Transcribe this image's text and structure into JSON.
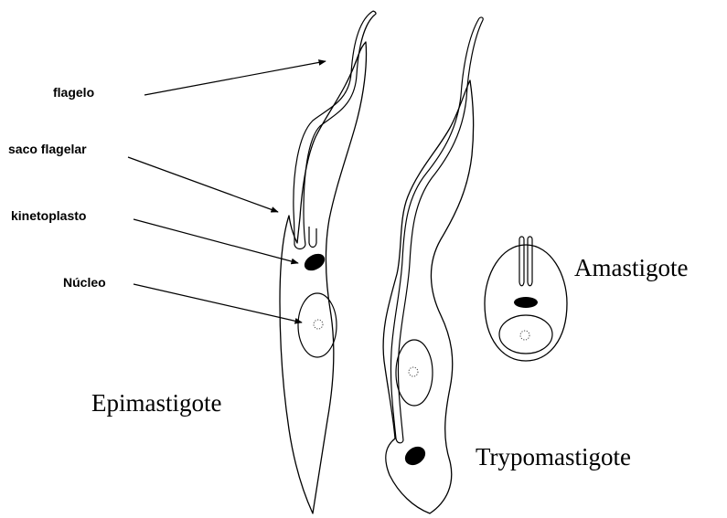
{
  "labels": {
    "flagellum": "flagelo",
    "flagellar_pocket": "saco flagelar",
    "kinetoplast": "kinetoplasto",
    "nucleus": "Núcleo"
  },
  "forms": {
    "epimastigote": "Epimastigote",
    "trypomastigote": "Trypomastigote",
    "amastigote": "Amastigote"
  }
}
